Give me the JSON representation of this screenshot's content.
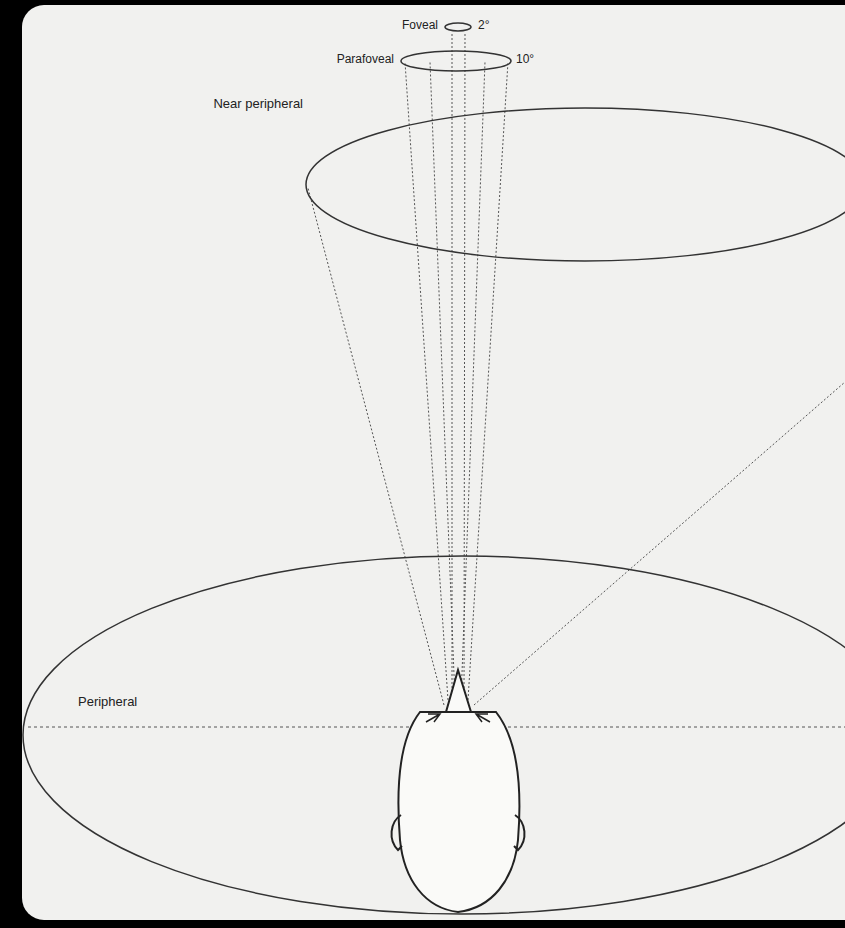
{
  "diagram": {
    "nodes": [
      {
        "text": [
          "Foveal",
          "2°"
        ]
      },
      {
        "text": [
          "Parafoveal",
          "10°"
        ]
      },
      {
        "text": [
          "Near peripheral"
        ]
      },
      {
        "text": [
          "Peripheral"
        ]
      }
    ]
  }
}
